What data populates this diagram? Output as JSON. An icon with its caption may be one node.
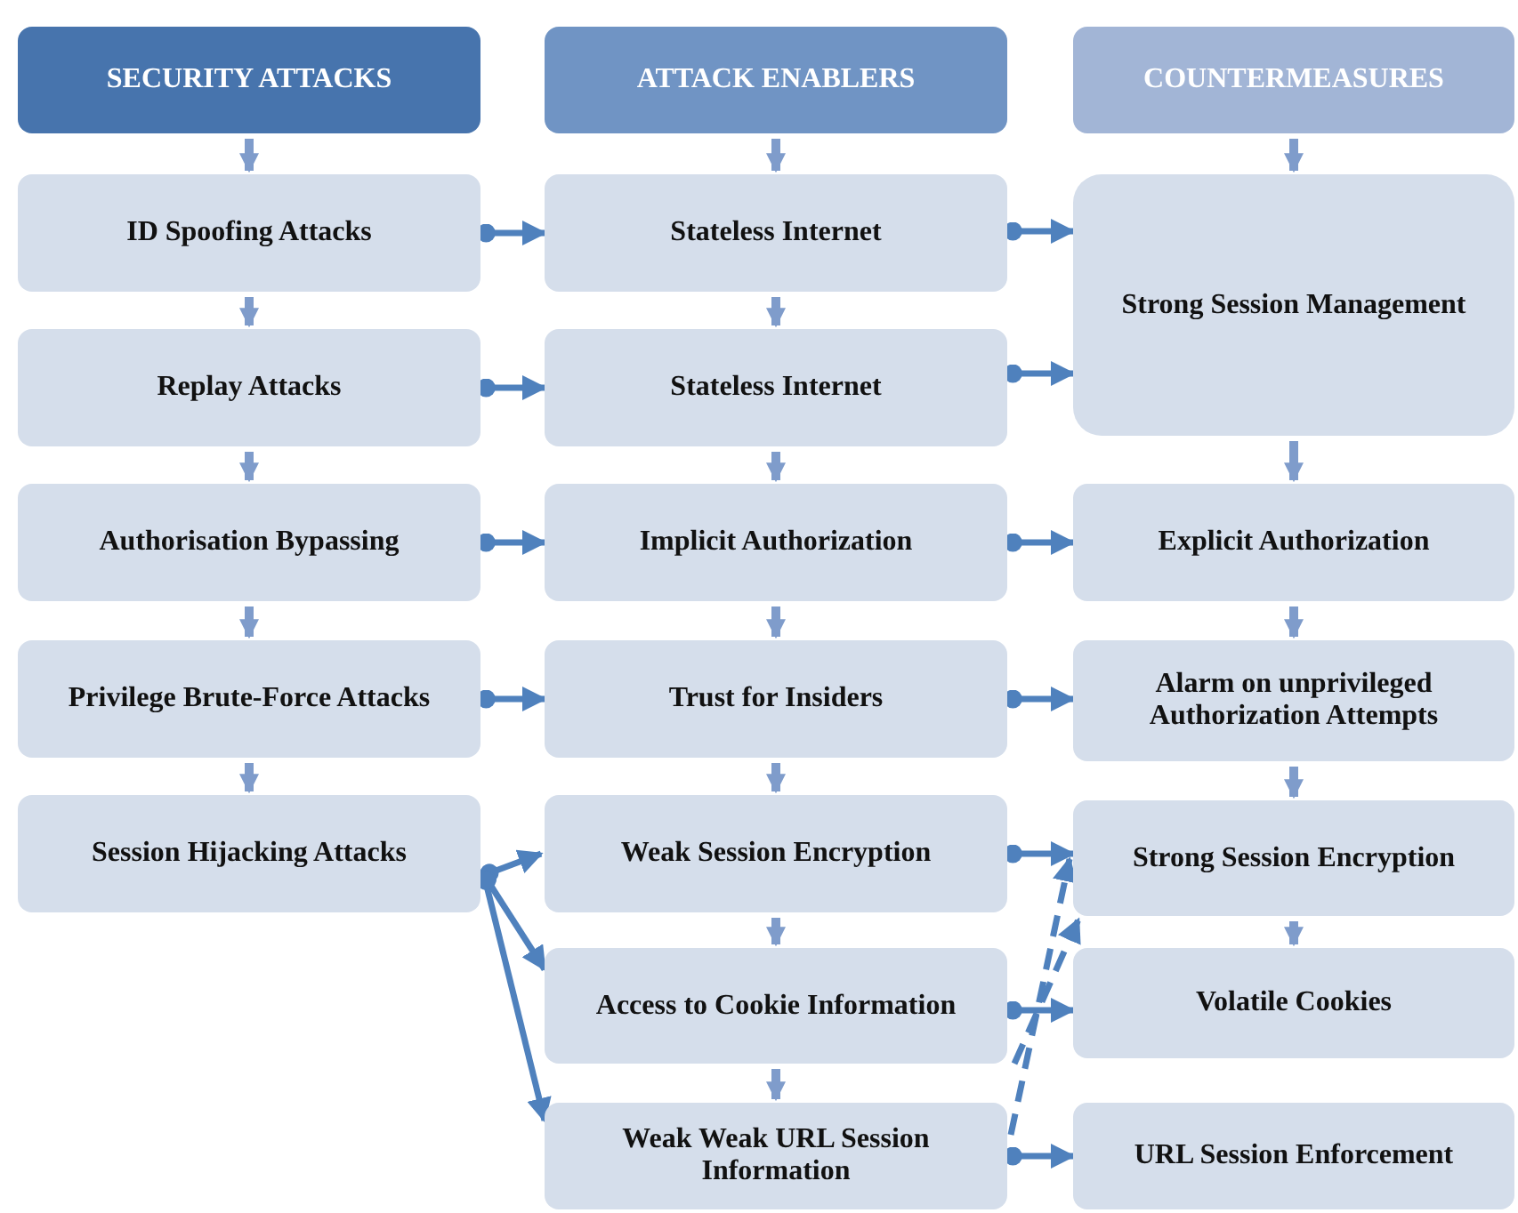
{
  "diagram": {
    "nodes": [
      {
        "text": [
          "SECURITY ATTACKS"
        ]
      },
      {
        "text": [
          "ATTACK ENABLERS"
        ]
      },
      {
        "text": [
          "COUNTERMEASURES"
        ]
      },
      {
        "text": [
          "ID Spoofing Attacks"
        ]
      },
      {
        "text": [
          "Stateless Internet"
        ]
      },
      {
        "text": [
          "Strong Session Management"
        ]
      },
      {
        "text": [
          "Replay Attacks"
        ]
      },
      {
        "text": [
          "Stateless Internet"
        ]
      },
      {
        "text": [
          "Authorisation Bypassing"
        ]
      },
      {
        "text": [
          "Implicit Authorization"
        ]
      },
      {
        "text": [
          "Explicit Authorization"
        ]
      },
      {
        "text": [
          "Privilege Brute-Force Attacks"
        ]
      },
      {
        "text": [
          "Trust for Insiders"
        ]
      },
      {
        "text": [
          "Alarm on unprivileged Authorization Attempts"
        ]
      },
      {
        "text": [
          "Session Hijacking Attacks"
        ]
      },
      {
        "text": [
          "Weak Session Encryption"
        ]
      },
      {
        "text": [
          "Strong Session Encryption"
        ]
      },
      {
        "text": [
          "Access to Cookie Information"
        ]
      },
      {
        "text": [
          "Volatile Cookies"
        ]
      },
      {
        "text": [
          "Weak Weak URL Session Information"
        ]
      },
      {
        "text": [
          "URL Session Enforcement"
        ]
      }
    ],
    "edges": [
      {
        "from": 0,
        "to": 3,
        "arrow": "to"
      },
      {
        "from": 3,
        "to": 6,
        "arrow": "to"
      },
      {
        "from": 6,
        "to": 8,
        "arrow": "to"
      },
      {
        "from": 8,
        "to": 11,
        "arrow": "to"
      },
      {
        "from": 11,
        "to": 14,
        "arrow": "to"
      },
      {
        "from": 1,
        "to": 4,
        "arrow": "to"
      },
      {
        "from": 4,
        "to": 7,
        "arrow": "to"
      },
      {
        "from": 7,
        "to": 9,
        "arrow": "to"
      },
      {
        "from": 9,
        "to": 12,
        "arrow": "to"
      },
      {
        "from": 12,
        "to": 15,
        "arrow": "to"
      },
      {
        "from": 15,
        "to": 17,
        "arrow": "to"
      },
      {
        "from": 17,
        "to": 19,
        "arrow": "to"
      },
      {
        "from": 2,
        "to": 5,
        "arrow": "to"
      },
      {
        "from": 5,
        "to": 10,
        "arrow": "to"
      },
      {
        "from": 10,
        "to": 13,
        "arrow": "to"
      },
      {
        "from": 13,
        "to": 16,
        "arrow": "to"
      },
      {
        "from": 16,
        "to": 18,
        "arrow": "to"
      },
      {
        "from": 3,
        "to": 4,
        "arrow": "to",
        "color": "#4f81bd"
      },
      {
        "from": 4,
        "to": 5,
        "arrow": "to",
        "color": "#4f81bd"
      },
      {
        "from": 6,
        "to": 7,
        "arrow": "to",
        "color": "#4f81bd"
      },
      {
        "from": 7,
        "to": 5,
        "arrow": "to",
        "color": "#4f81bd"
      },
      {
        "from": 8,
        "to": 9,
        "arrow": "to",
        "color": "#4f81bd"
      },
      {
        "from": 9,
        "to": 10,
        "arrow": "to",
        "color": "#4f81bd"
      },
      {
        "from": 11,
        "to": 12,
        "arrow": "to",
        "color": "#4f81bd"
      },
      {
        "from": 12,
        "to": 13,
        "arrow": "to",
        "color": "#4f81bd"
      },
      {
        "from": 14,
        "to": 15,
        "arrow": "to",
        "color": "#4f81bd"
      },
      {
        "from": 14,
        "to": 17,
        "arrow": "to",
        "color": "#4f81bd"
      },
      {
        "from": 14,
        "to": 19,
        "arrow": "to",
        "color": "#4f81bd"
      },
      {
        "from": 15,
        "to": 16,
        "arrow": "to",
        "color": "#4f81bd"
      },
      {
        "from": 17,
        "to": 18,
        "arrow": "to",
        "color": "#4f81bd"
      },
      {
        "from": 19,
        "to": 20,
        "arrow": "to",
        "color": "#4f81bd"
      },
      {
        "from": 19,
        "to": 16,
        "arrow": "to",
        "style": "dashed",
        "color": "#4f81bd"
      },
      {
        "from": 17,
        "to": 16,
        "arrow": "to",
        "style": "dashed",
        "color": "#4f81bd"
      }
    ]
  }
}
